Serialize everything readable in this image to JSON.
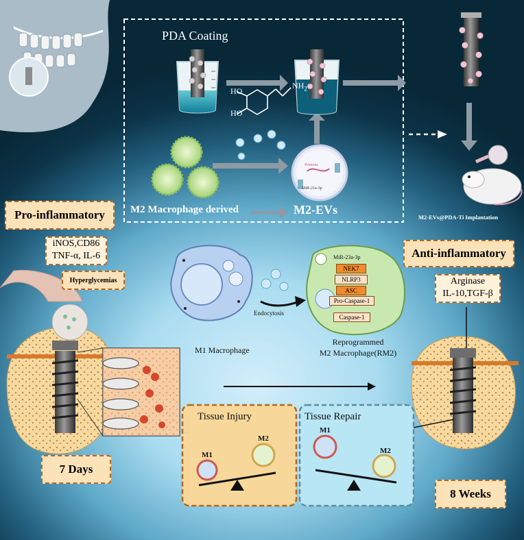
{
  "top_panel": {
    "pda_coating": "PDA Coating",
    "ho_top": "HO",
    "ho_bottom": "HO",
    "nh2": "NH",
    "nh2_sub": "2",
    "m2_derived": "M2 Macrophage derived",
    "m2_evs": "M2-EVs",
    "proteins": "Proteins",
    "mir_small": "MiR-21a-3p",
    "implantation": "M2-EVs@PDA-Ti Implantation"
  },
  "left": {
    "pro_inflammatory": "Pro-inflammatory",
    "markers_line1": "iNOS,CD86",
    "markers_line2": "TNF-α, IL-6",
    "hyperglycemias": "Hyperglycemias",
    "seven_days": "7 Days"
  },
  "center": {
    "m1_macrophage": "M1 Macrophage",
    "endocytosis": "Endocytosis",
    "reprogrammed_line1": "Reprogrammed",
    "reprogrammed_line2": "M2 Macrophage(RM2)",
    "mir_23a": "MiR-23a-3p",
    "pathway": [
      "NEK7",
      "NLRP3",
      "ASC",
      "Pro-Caspase-1",
      "Caspase-1"
    ]
  },
  "right": {
    "anti_inflammatory": "Anti-inflammatory",
    "markers_line1": "Arginase",
    "markers_line2": "IL-10,TGF-β",
    "eight_weeks": "8 Weeks"
  },
  "balance_injury": {
    "title": "Tissue Injury",
    "m1": "M1",
    "m2": "M2"
  },
  "balance_repair": {
    "title": "Tissue Repair",
    "m1": "M1",
    "m2": "M2"
  },
  "colors": {
    "orange_border": "#b8641d",
    "orange_fill": "#fbe2b8",
    "repair_fill": "#b8e6f5",
    "injury_fill": "#f7d89a",
    "pathway_orange": "#f08a2c"
  }
}
